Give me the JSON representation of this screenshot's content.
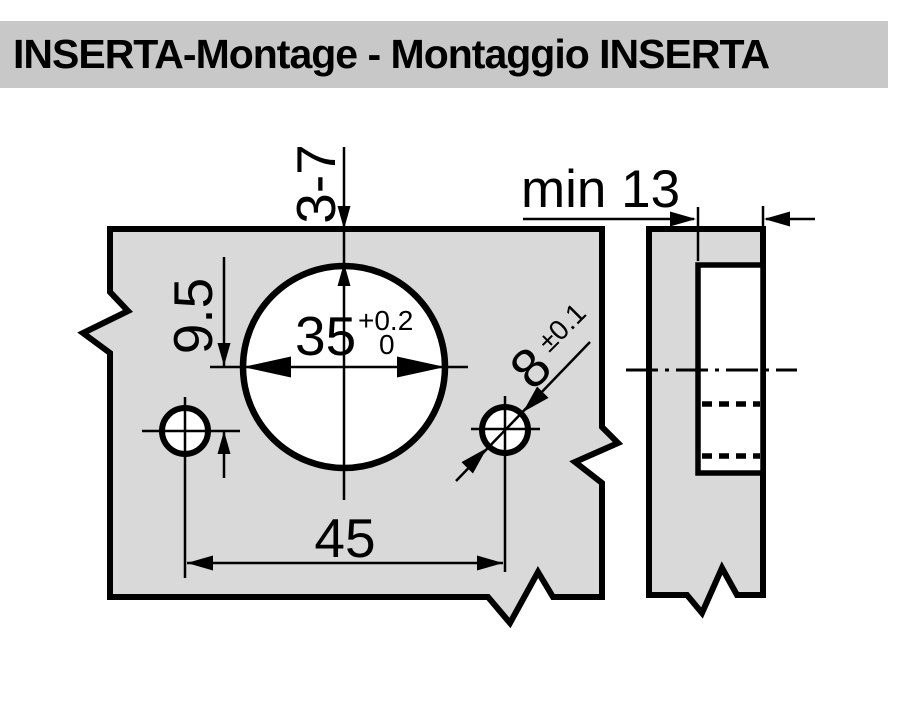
{
  "title": "INSERTA-Montage - Montaggio INSERTA",
  "labels": {
    "cup_distance_range": "3-7",
    "cup_center_offset": "9.5",
    "cup_diameter": "35",
    "cup_tolerance_upper": "+0.2",
    "cup_tolerance_lower": "0",
    "dowel_diameter": "8",
    "dowel_tolerance": "±0.1",
    "dowel_spacing": "45",
    "min_drilling_depth": "min 13"
  },
  "colors": {
    "title_bar": "#c8c8c8",
    "panel_fill": "#d9d9d9",
    "hole_fill": "#ffffff",
    "line": "#000000",
    "background": "#ffffff"
  }
}
